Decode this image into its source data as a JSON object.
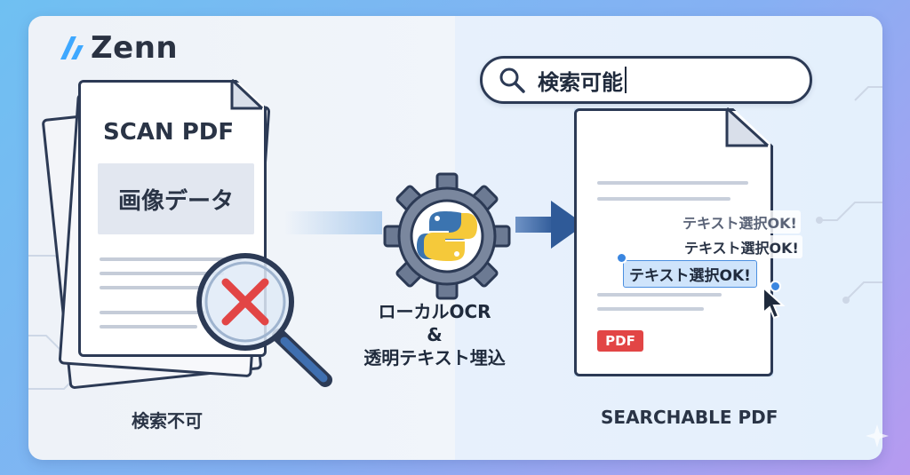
{
  "brand": {
    "logo_text": "Zenn"
  },
  "left": {
    "doc_title": "SCAN PDF",
    "image_label": "画像データ",
    "caption": "検索不可"
  },
  "center": {
    "line1": "ローカルOCR",
    "line2": "&",
    "line3": "透明テキスト埋込"
  },
  "right": {
    "search_text": "検索可能",
    "selectable_text": [
      "テキスト選択OK!",
      "テキスト選択OK!",
      "テキスト選択OK!"
    ],
    "pdf_badge": "PDF",
    "caption": "SEARCHABLE PDF"
  },
  "colors": {
    "outline": "#2c3a55",
    "error_red": "#e24545",
    "selection_blue": "#3a86e0",
    "python_blue": "#3b74b0",
    "python_yellow": "#f5c93a"
  },
  "icons": [
    "zenn-logo-icon",
    "magnifier-icon",
    "cross-icon",
    "gear-icon",
    "python-icon",
    "arrow-right-icon",
    "search-icon",
    "cursor-icon"
  ]
}
